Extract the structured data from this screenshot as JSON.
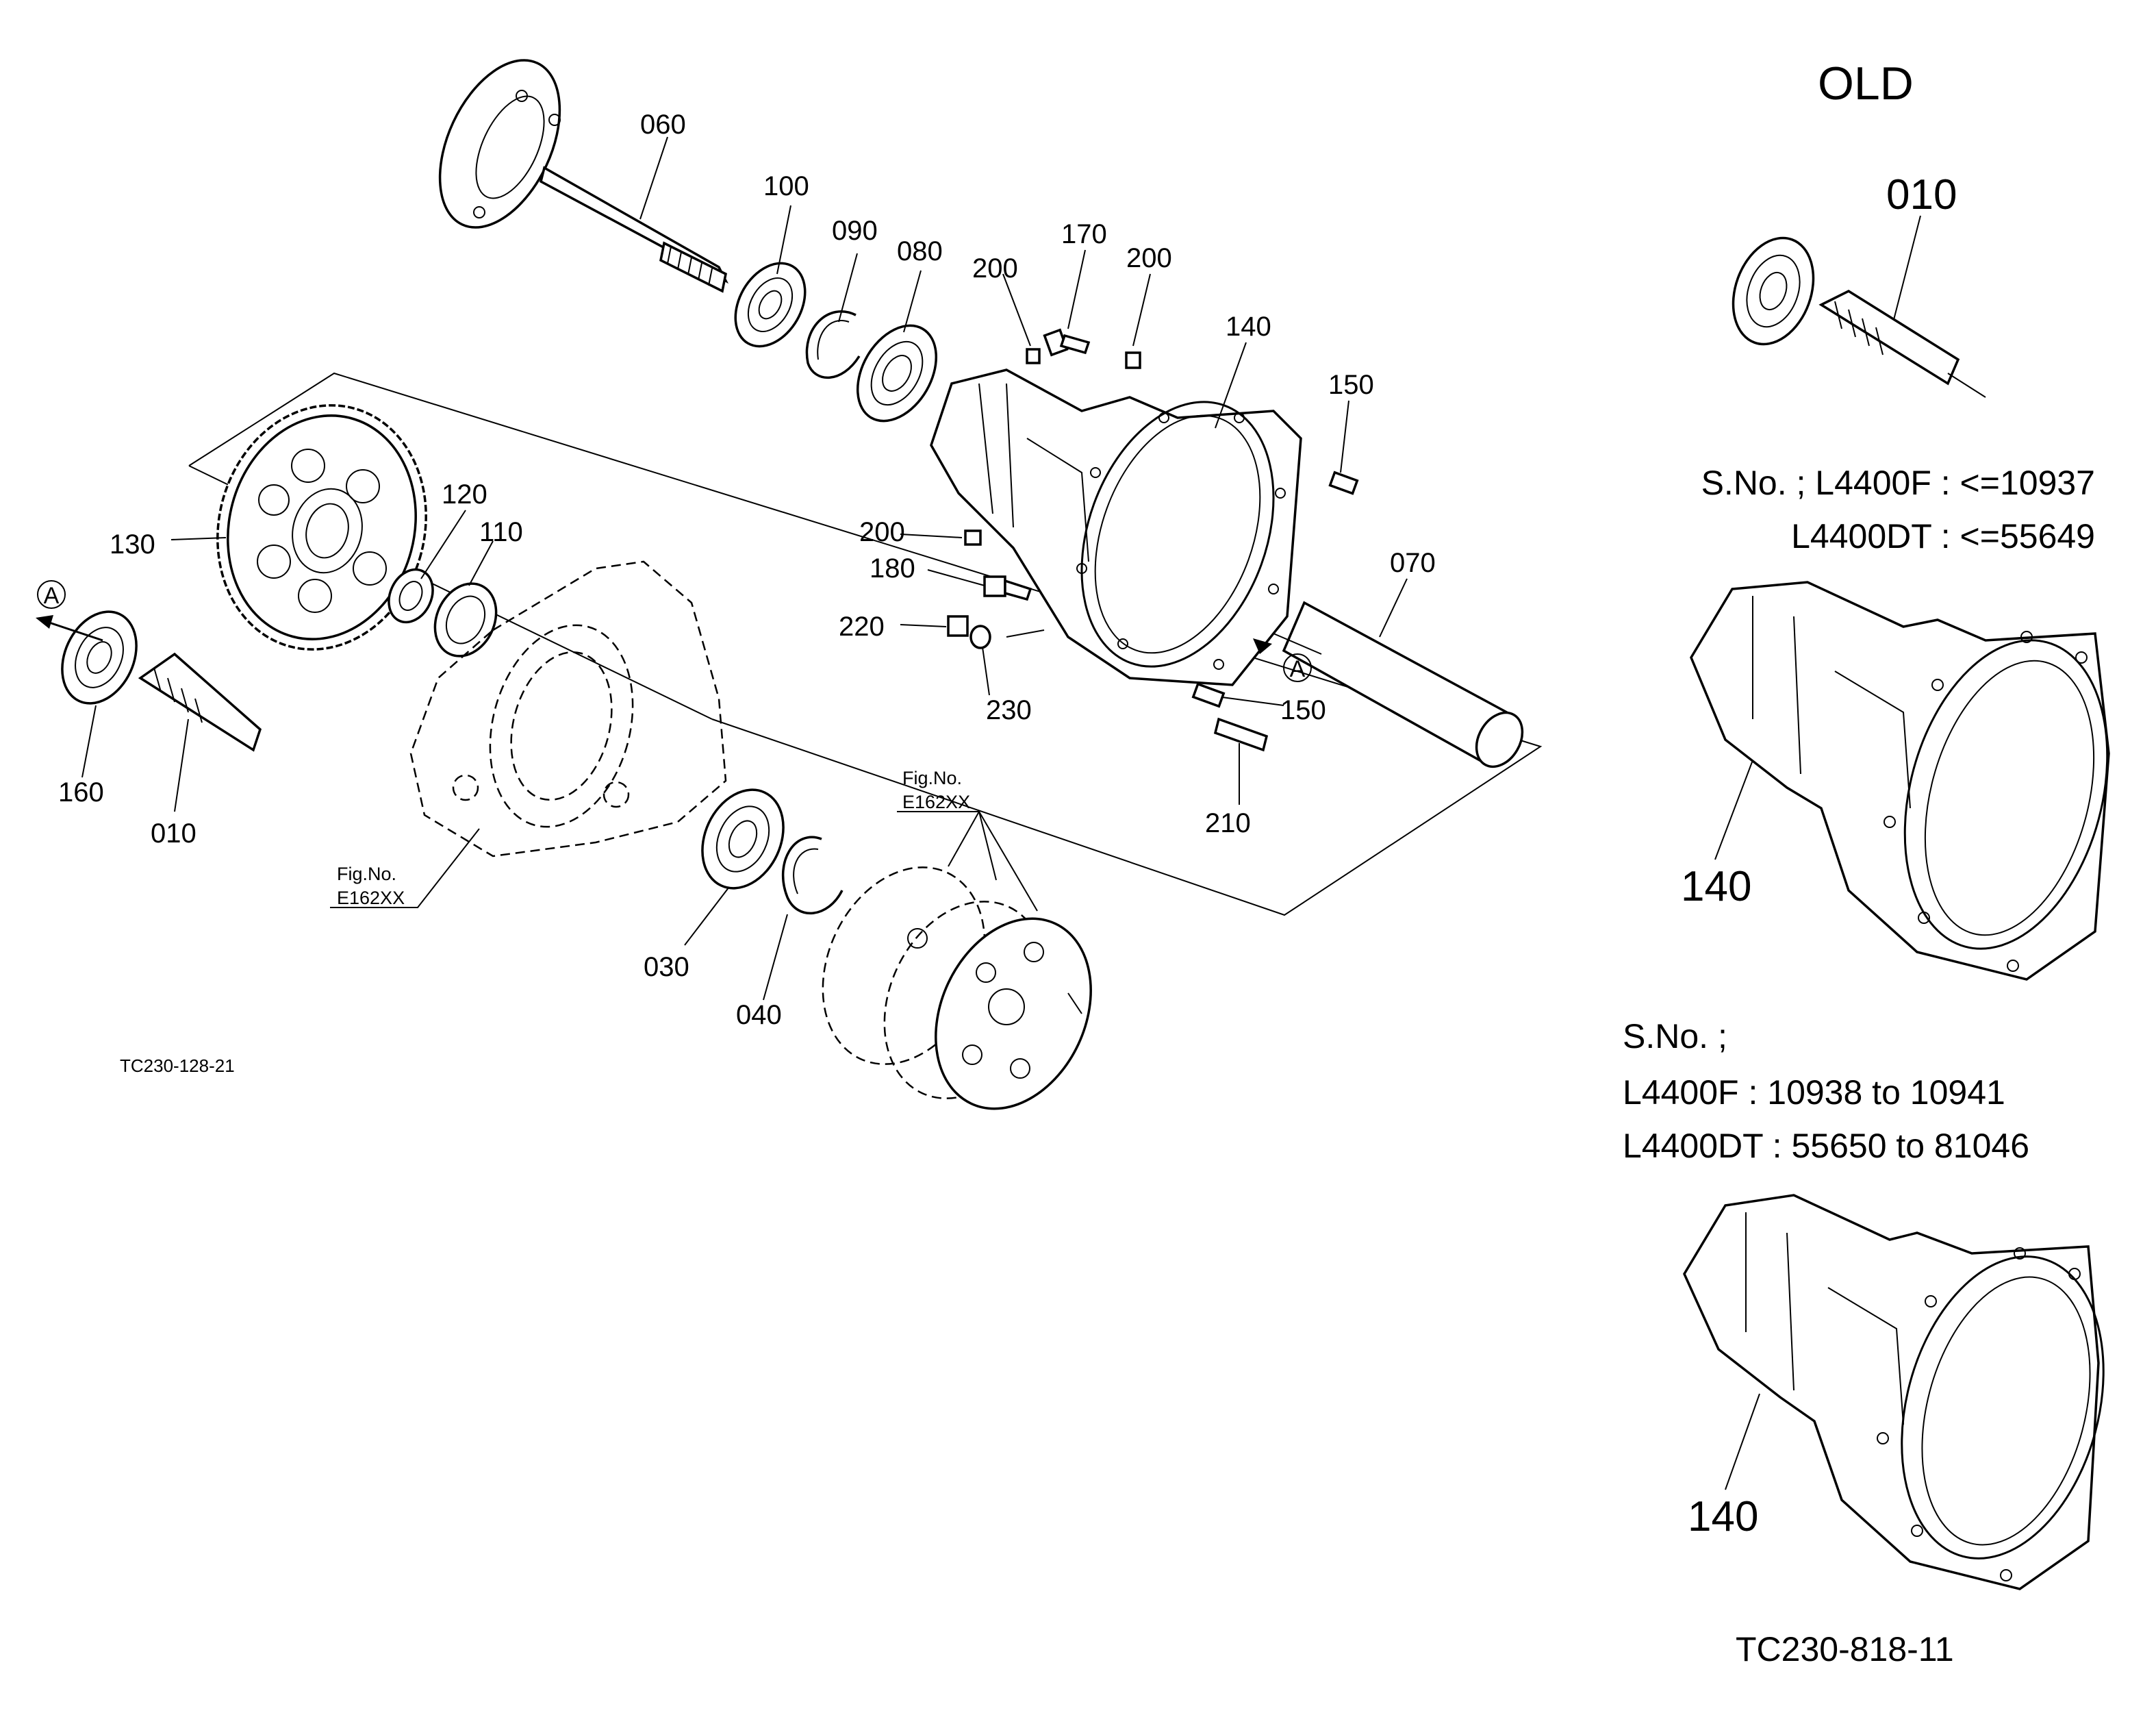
{
  "main_diagram": {
    "part_numbers": {
      "p060": "060",
      "p100": "100",
      "p090": "090",
      "p080": "080",
      "p200a": "200",
      "p170": "170",
      "p200b": "200",
      "p140": "140",
      "p150a": "150",
      "p120": "120",
      "p110": "110",
      "p130": "130",
      "p200c": "200",
      "p180": "180",
      "p070": "070",
      "p220": "220",
      "p230": "230",
      "p150b": "150",
      "p210": "210",
      "p160": "160",
      "p010": "010",
      "p030": "030",
      "p040": "040"
    },
    "arrow_marker": "A",
    "fig_refs": [
      {
        "line1": "Fig.No.",
        "line2": "E162XX"
      },
      {
        "line1": "Fig.No.",
        "line2": "E162XX"
      }
    ],
    "ref_code": "TC230-128-21"
  },
  "old_section": {
    "title": "OLD",
    "shaft_part": "010",
    "serial_1": {
      "line1": "S.No. ; L4400F : <=10937",
      "line2": "L4400DT : <=55649"
    },
    "housing_part_1": "140",
    "serial_2": {
      "line1": "S.No. ;",
      "line2": "L4400F : 10938 to 10941",
      "line3": "L4400DT : 55650 to 81046"
    },
    "housing_part_2": "140",
    "ref_code": "TC230-818-11"
  }
}
